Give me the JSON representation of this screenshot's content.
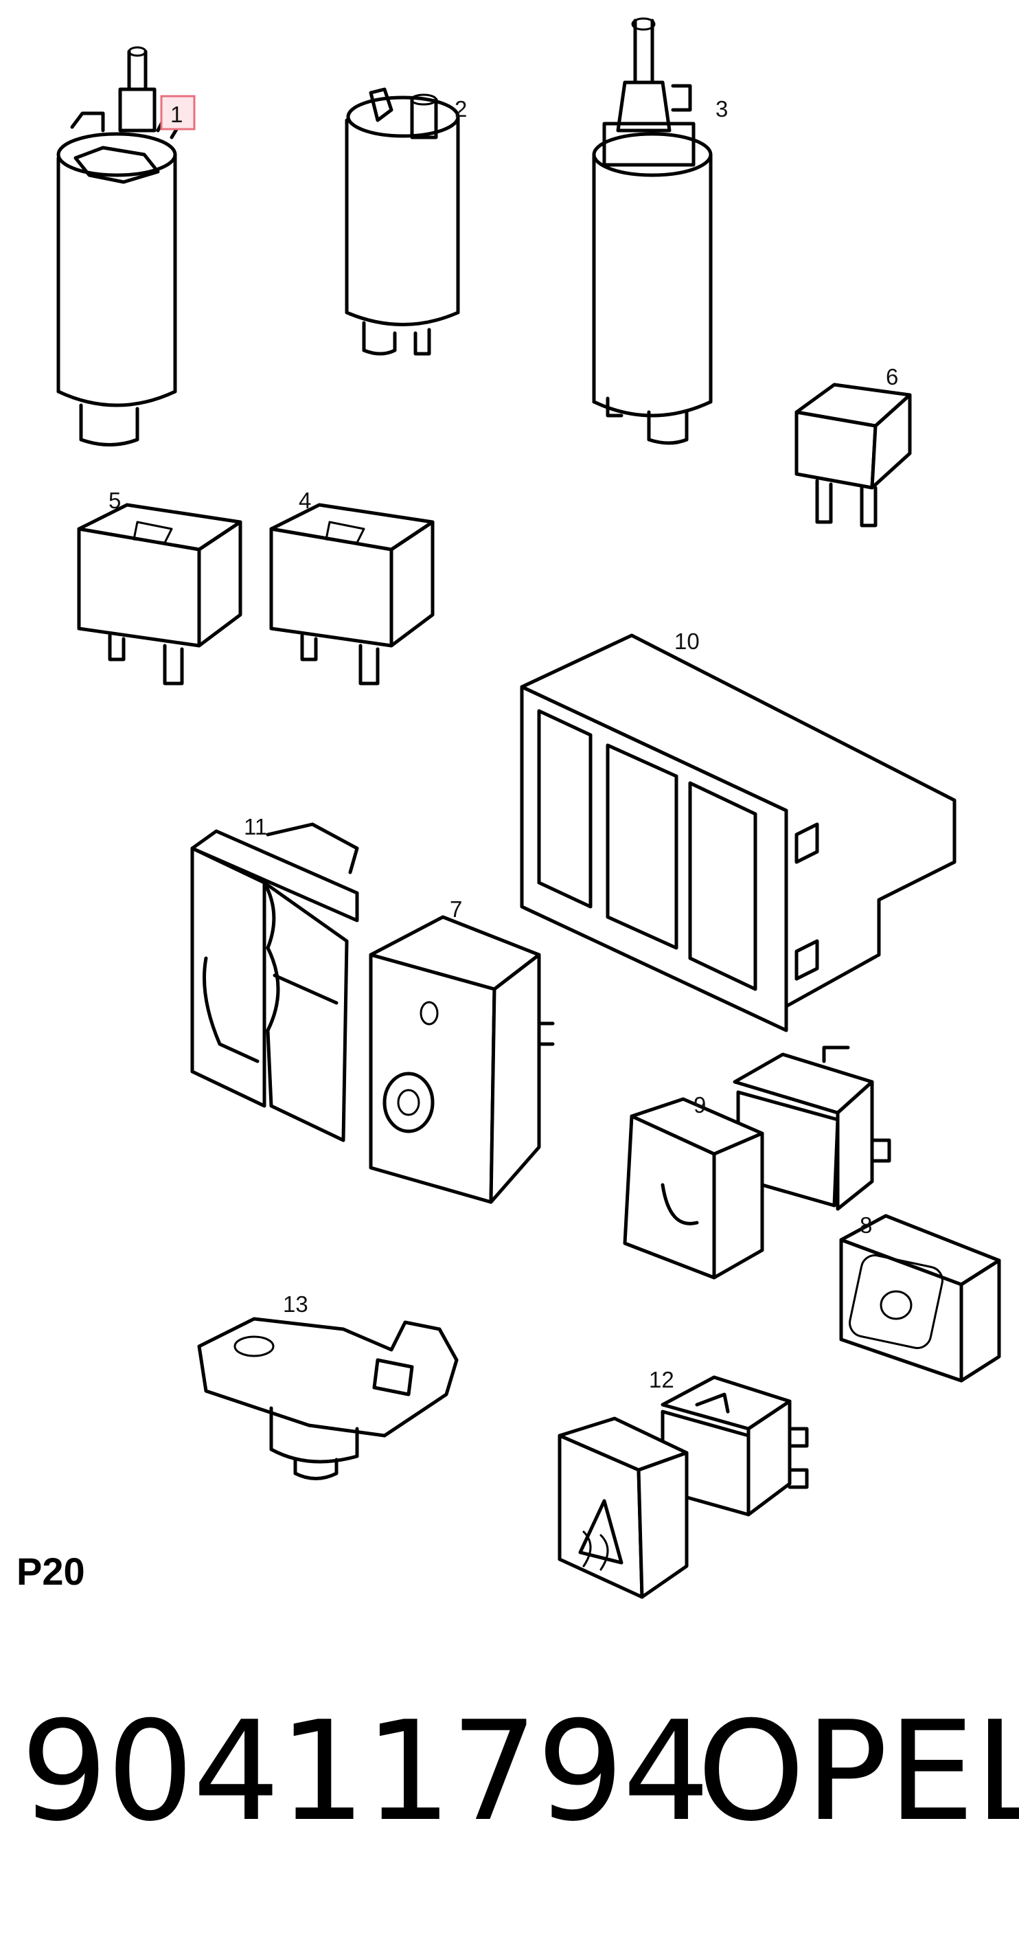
{
  "diagram": {
    "callouts": [
      "1",
      "2",
      "3",
      "4",
      "5",
      "6",
      "7",
      "8",
      "9",
      "10",
      "11",
      "12",
      "13"
    ],
    "sheet_code": "P20",
    "part_number": "90411794",
    "brand": "OPEL",
    "highlight_color": "#e8707f"
  }
}
